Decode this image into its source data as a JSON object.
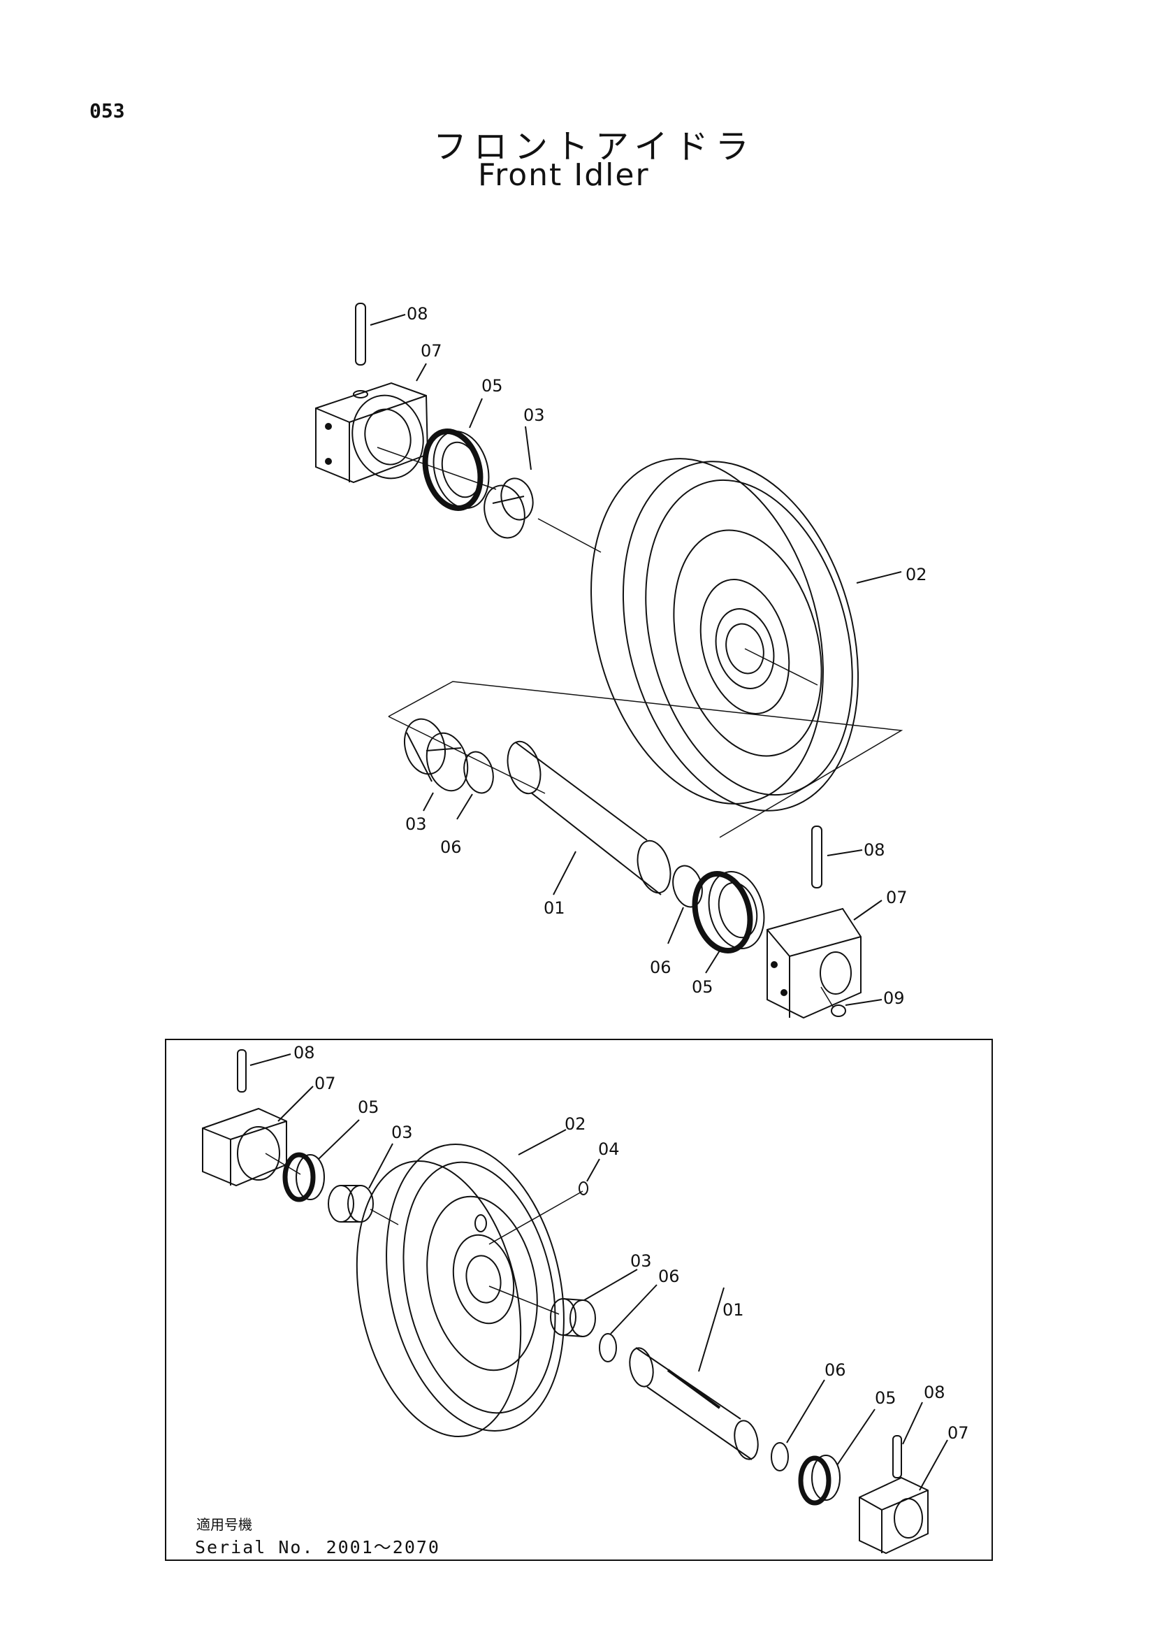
{
  "page_number": "053",
  "title": {
    "japanese": "フロントアイドラ",
    "english": "Front Idler"
  },
  "main_diagram": {
    "labels": [
      "08",
      "07",
      "05",
      "03",
      "02",
      "03",
      "06",
      "01",
      "06",
      "05",
      "08",
      "07",
      "09"
    ]
  },
  "inset_diagram": {
    "labels": [
      "08",
      "07",
      "05",
      "03",
      "02",
      "04",
      "03",
      "06",
      "01",
      "06",
      "05",
      "08",
      "07"
    ],
    "applicability_label": "適用号機",
    "serial": "Serial No. 2001〜2070"
  }
}
